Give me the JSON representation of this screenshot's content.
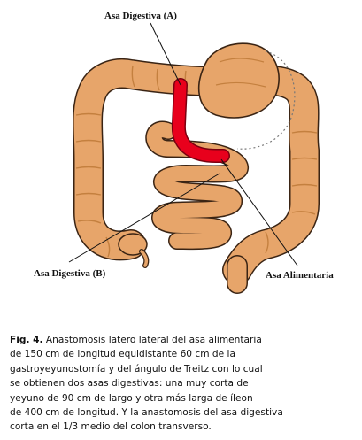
{
  "figure": {
    "labels": {
      "asa_a": "Asa Digestiva (A)",
      "asa_b": "Asa Digestiva (B)",
      "asa_alimentaria": "Asa Alimentaria"
    },
    "colors": {
      "intestine": "#e7a56a",
      "intestine_shade": "#c4803f",
      "outline": "#3a2414",
      "alimentary_loop": "#e8001c",
      "leader_line": "#111111"
    }
  },
  "caption": {
    "fig_number": "Fig. 4.",
    "lines": [
      " Anastomosis latero lateral del asa alimentaria",
      "de 150 cm de longitud equidistante 60 cm de la",
      "gastroyeyunostomía y del ángulo de Treitz con lo cual",
      "se obtienen dos asas digestivas: una muy corta de",
      "yeyuno de 90 cm de largo y otra más larga de íleon",
      "de 400 cm de longitud. Y la anastomosis del asa digestiva",
      "corta en el 1/3 medio del colon transverso."
    ]
  }
}
